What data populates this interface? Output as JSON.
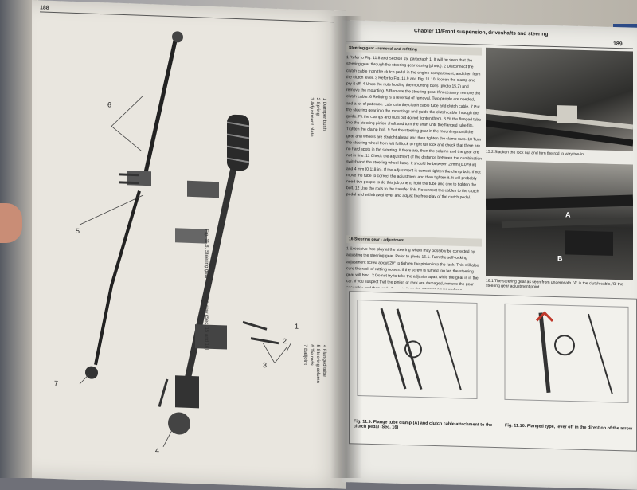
{
  "left_page": {
    "page_number": "188",
    "figure_caption": "Fig. 11.8. Steering gear - exploded view (Sec. 15 and 16)",
    "legend_lines": [
      "1 Damper bush",
      "2 Spring",
      "3 Adjustment plate",
      "4 Flanged tube",
      "5 Steering column",
      "6 Tie rods",
      "7 Balljoint"
    ],
    "callouts": [
      "1",
      "2",
      "3",
      "4",
      "5",
      "6",
      "7"
    ]
  },
  "right_page": {
    "header": "Chapter 11/Front suspension, driveshafts and steering",
    "page_number": "189",
    "section1_title": "Steering gear - removal and refitting",
    "section1_text": "1 Refer to Fig. 11.8 and Section 15, paragraph 1. It will be seen that the steering gear through the steering gear casing (photo). 2 Disconnect the clutch cable from the clutch pedal in the engine compartment, and then from the clutch lever. 3 Refer to Fig. 11.9 and Fig. 11.10, loosen the clamp and pry it off. 4 Undo the nuts holding the mounting bolts (photo 15.2) and remove the mounting. 5 Remove the steering gear. If necessary, remove the clutch cable. 6 Refitting is a reversal of removal. Two people are needed, and a lot of patience. Lubricate the clutch cable tube and clutch cable. 7 Put the steering gear into the mountings and guide the clutch cable through the guide. Fit the clamps and nuts but do not tighten them. 8 Fit the flanged tube into the steering pinion shaft and turn the shaft until the flanged tube fits. Tighten the clamp bolt. 9 Set the steering gear in the mountings until the gear and wheels are straight ahead and then tighten the clamp nuts. 10 Turn the steering wheel from left full lock to right full lock and check that there are no hard spots in the steering. If there are, then the column and the gear are not in line. 11 Check the adjustment of the distance between the combination switch and the steering wheel base. It should be between 2 mm (0.079 in) and 4 mm (0.118 in). If the adjustment is correct tighten the clamp bolt. If not move the tube to correct the adjustment and then tighten it. It will probably need two people to do this job, one to hold the tube and one to tighten the bolt. 12 Use the rods to the transfer link. Reconnect the cables to the clutch pedal and withdrawal lever and adjust the free-play of the clutch pedal.",
    "section2_title": "16 Steering gear - adjustment",
    "section2_text": "1 Excessive free-play at the steering wheel may possibly be corrected by adjusting the steering gear. Refer to photo 16.1. Turn the self-locking adjustment screw about 20° to tighten the pinion into the rack. This will also cure the rack of rattling noises. If the screw is turned too far, the steering gear will bind. 2 Do not try to take the adjuster apart while the gear is in the car. If you suspect that the pinion or rack are damaged, remove the gear assembly and then undo the nuts from the adjuster cover and see",
    "photo1_caption": "15.2 Slacken the lock nut and turn the rod to vary toe-in",
    "photo2_caption": "16.1 The steering gear as seen from underneath. 'A' is the clutch cable, 'B' the steering gear adjustment point",
    "photo2_labels": [
      "A",
      "B"
    ],
    "fig9_caption": "Fig. 11.9. Flange tube clamp (A) and clutch cable attachment to the clutch pedal (Sec. 16)",
    "fig10_caption": "Fig. 11.10. Flanged type, lever off in the direction of the arrow"
  }
}
